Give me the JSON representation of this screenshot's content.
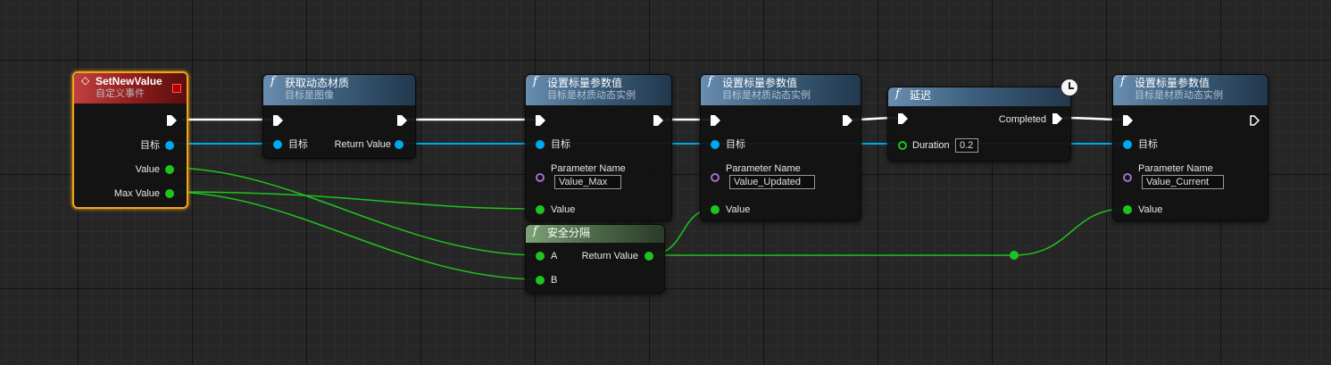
{
  "colors": {
    "exec": "#ffffff",
    "object": "#00a8f0",
    "float": "#1ec41e",
    "name": "#a070d0",
    "selection": "#f3a316"
  },
  "nodes": {
    "event": {
      "title": "SetNewValue",
      "subtitle": "自定义事件",
      "pins": [
        "目标",
        "Value",
        "Max Value"
      ]
    },
    "get_dynamic_material": {
      "title": "获取动态材质",
      "subtitle": "目标是图像",
      "in_target": "目标",
      "out_return": "Return Value"
    },
    "set_scalar_1": {
      "title": "设置标量参数值",
      "subtitle": "目标是材质动态实例",
      "target": "目标",
      "param_label": "Parameter Name",
      "param_value": "Value_Max",
      "value": "Value"
    },
    "set_scalar_2": {
      "title": "设置标量参数值",
      "subtitle": "目标是材质动态实例",
      "target": "目标",
      "param_label": "Parameter Name",
      "param_value": "Value_Updated",
      "value": "Value"
    },
    "delay": {
      "title": "延迟",
      "completed": "Completed",
      "duration_label": "Duration",
      "duration_value": "0.2"
    },
    "set_scalar_3": {
      "title": "设置标量参数值",
      "subtitle": "目标是材质动态实例",
      "target": "目标",
      "param_label": "Parameter Name",
      "param_value": "Value_Current",
      "value": "Value"
    },
    "safe_divide": {
      "title": "安全分隔",
      "a": "A",
      "b": "B",
      "out_return": "Return Value"
    }
  }
}
